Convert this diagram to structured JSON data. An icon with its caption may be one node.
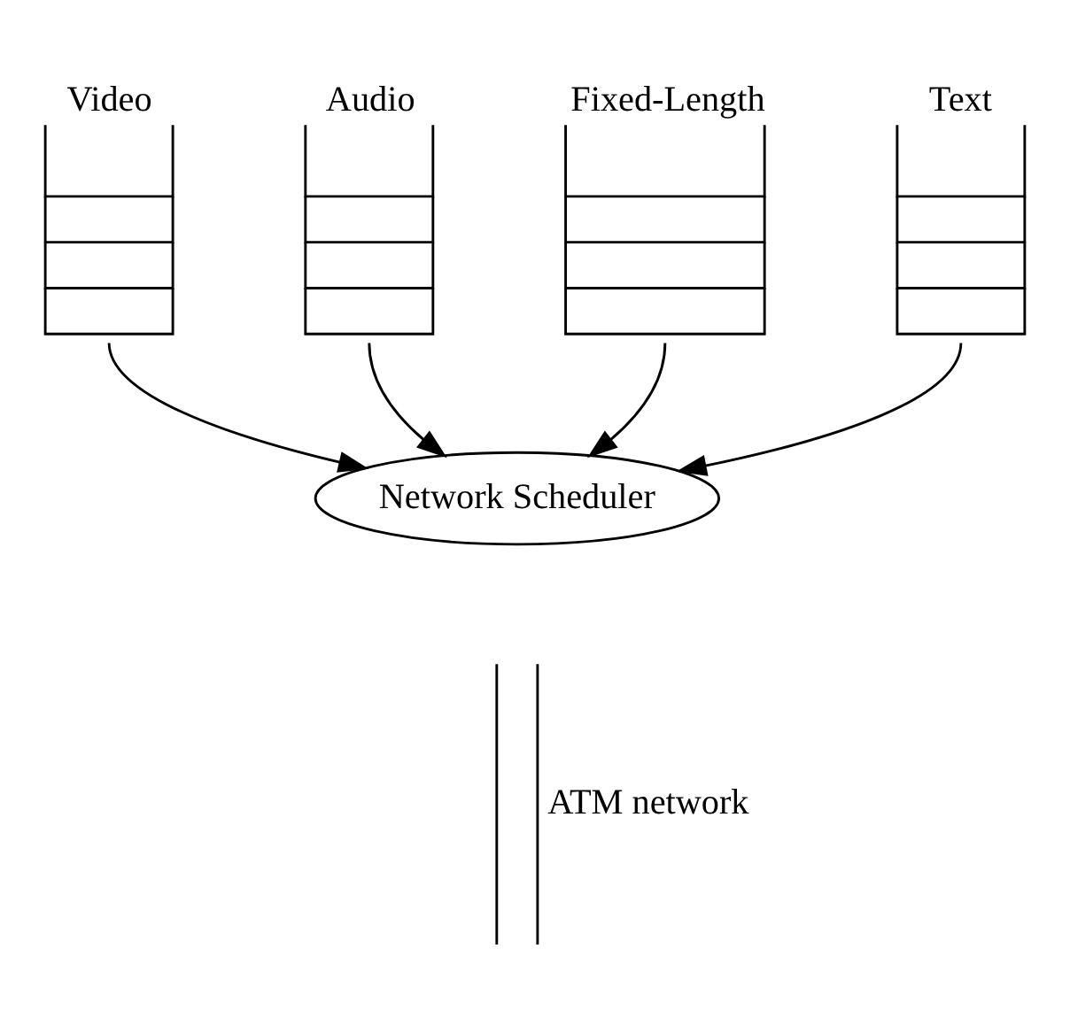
{
  "diagram": {
    "nodes": [
      {
        "text": [
          "Video"
        ]
      },
      {
        "text": [
          "Audio"
        ]
      },
      {
        "text": [
          "Fixed-Length"
        ]
      },
      {
        "text": [
          "Text"
        ]
      },
      {
        "text": [
          "Network Scheduler"
        ]
      },
      {
        "text": [
          "ATM network"
        ]
      }
    ],
    "edges": [
      {
        "from": 0,
        "to": 4,
        "arrow": "to"
      },
      {
        "from": 1,
        "to": 4,
        "arrow": "to"
      },
      {
        "from": 2,
        "to": 4,
        "arrow": "to"
      },
      {
        "from": 3,
        "to": 4,
        "arrow": "to"
      }
    ]
  }
}
